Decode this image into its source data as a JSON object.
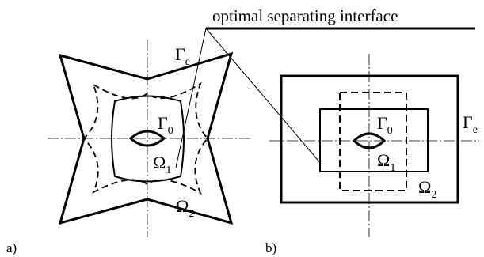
{
  "title": "optimal separating interface",
  "panels": {
    "a": {
      "label": "a)",
      "outer_boundary": {
        "symbol": "Γ",
        "subscript": "e"
      },
      "inner_boundary": {
        "symbol": "Γ",
        "subscript": "0"
      },
      "region1": {
        "symbol": "Ω",
        "subscript": "1"
      },
      "region2": {
        "symbol": "Ω",
        "subscript": "2"
      }
    },
    "b": {
      "label": "b)",
      "outer_boundary": {
        "symbol": "Γ",
        "subscript": "e"
      },
      "inner_boundary": {
        "symbol": "Γ",
        "subscript": "0"
      },
      "region1": {
        "symbol": "Ω",
        "subscript": "1"
      },
      "region2": {
        "symbol": "Ω",
        "subscript": "2"
      }
    }
  },
  "colors": {
    "ink": "#000000",
    "background": "#ffffff"
  }
}
